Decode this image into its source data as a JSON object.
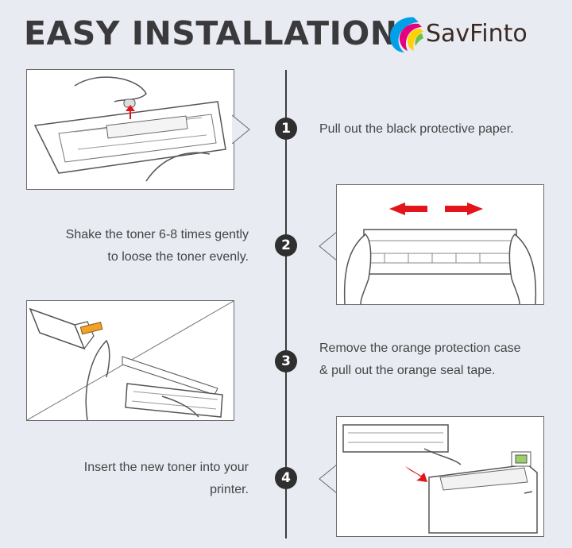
{
  "header": {
    "title": "EASY INSTALLATION",
    "brand": "SavFinto",
    "brand_colors": [
      "#e6007e",
      "#ffd100",
      "#00a0e9",
      "#6cc04a"
    ]
  },
  "steps": [
    {
      "number": "1",
      "text_lines": [
        "Pull out the black protective paper."
      ],
      "icon": "remove-paper-illustration"
    },
    {
      "number": "2",
      "text_lines": [
        "Shake the toner 6-8 times gently",
        "to loose the toner evenly."
      ],
      "icon": "shake-toner-illustration"
    },
    {
      "number": "3",
      "text_lines": [
        "Remove the orange protection case",
        "& pull out the orange seal tape."
      ],
      "icon": "remove-seal-illustration"
    },
    {
      "number": "4",
      "text_lines": [
        "Insert the new toner into your",
        "printer."
      ],
      "icon": "insert-toner-illustration"
    }
  ],
  "colors": {
    "arrow_red": "#e3141a",
    "seal_orange": "#f0a22a",
    "line": "#3c3c3c"
  }
}
